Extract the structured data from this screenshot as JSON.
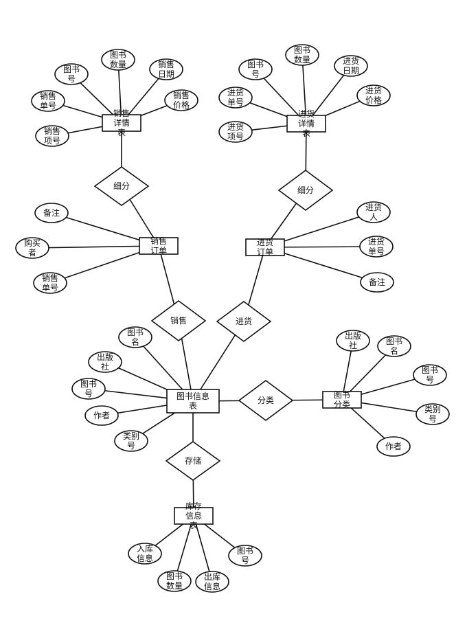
{
  "entities": [
    {
      "id": "sales_detail",
      "lines": [
        "销售",
        "详情",
        "表"
      ]
    },
    {
      "id": "purchase_detail",
      "lines": [
        "进货",
        "详情",
        "表"
      ]
    },
    {
      "id": "sales_order",
      "lines": [
        "销售",
        "订单"
      ]
    },
    {
      "id": "purchase_order",
      "lines": [
        "进货",
        "订单"
      ]
    },
    {
      "id": "book_info",
      "lines": [
        "图书信息",
        "表"
      ]
    },
    {
      "id": "book_category",
      "lines": [
        "图书",
        "分类"
      ]
    },
    {
      "id": "inventory",
      "lines": [
        "库存",
        "信息",
        "表"
      ]
    }
  ],
  "relationships": [
    {
      "id": "rel_sales_split",
      "label": "细分"
    },
    {
      "id": "rel_purchase_split",
      "label": "细分"
    },
    {
      "id": "rel_sales",
      "label": "销售"
    },
    {
      "id": "rel_purchase",
      "label": "进货"
    },
    {
      "id": "rel_classify",
      "label": "分类"
    },
    {
      "id": "rel_storage",
      "label": "存储"
    }
  ],
  "attributes": [
    {
      "id": "sd_book_no",
      "lines": [
        "图书",
        "号"
      ]
    },
    {
      "id": "sd_book_qty",
      "lines": [
        "图书",
        "数量"
      ]
    },
    {
      "id": "sd_sale_date",
      "lines": [
        "销售",
        "日期"
      ]
    },
    {
      "id": "sd_sale_order_no",
      "lines": [
        "销售",
        "单号"
      ]
    },
    {
      "id": "sd_sale_price",
      "lines": [
        "销售",
        "价格"
      ]
    },
    {
      "id": "sd_sale_item_no",
      "lines": [
        "销售",
        "项号"
      ]
    },
    {
      "id": "pd_book_no",
      "lines": [
        "图书",
        "号"
      ]
    },
    {
      "id": "pd_book_qty",
      "lines": [
        "图书",
        "数量"
      ]
    },
    {
      "id": "pd_purchase_date",
      "lines": [
        "进货",
        "日期"
      ]
    },
    {
      "id": "pd_purchase_order_no",
      "lines": [
        "进货",
        "单号"
      ]
    },
    {
      "id": "pd_purchase_price",
      "lines": [
        "进货",
        "价格"
      ]
    },
    {
      "id": "pd_purchase_item_no",
      "lines": [
        "进货",
        "项号"
      ]
    },
    {
      "id": "so_note",
      "lines": [
        "备注"
      ]
    },
    {
      "id": "so_buyer",
      "lines": [
        "购买",
        "者"
      ]
    },
    {
      "id": "so_sale_order_no",
      "lines": [
        "销售",
        "单号"
      ]
    },
    {
      "id": "po_purchaser",
      "lines": [
        "进货",
        "人"
      ]
    },
    {
      "id": "po_purchase_order_no",
      "lines": [
        "进货",
        "单号"
      ]
    },
    {
      "id": "po_note",
      "lines": [
        "备注"
      ]
    },
    {
      "id": "bi_book_name",
      "lines": [
        "图书",
        "名"
      ]
    },
    {
      "id": "bi_publisher",
      "lines": [
        "出版",
        "社"
      ]
    },
    {
      "id": "bi_book_no",
      "lines": [
        "图书",
        "号"
      ]
    },
    {
      "id": "bi_author",
      "lines": [
        "作者"
      ]
    },
    {
      "id": "bi_category_no",
      "lines": [
        "类别",
        "号"
      ]
    },
    {
      "id": "bc_publisher",
      "lines": [
        "出版",
        "社"
      ]
    },
    {
      "id": "bc_book_name",
      "lines": [
        "图书",
        "名"
      ]
    },
    {
      "id": "bc_book_no",
      "lines": [
        "图书",
        "号"
      ]
    },
    {
      "id": "bc_category_no",
      "lines": [
        "类别",
        "号"
      ]
    },
    {
      "id": "bc_author",
      "lines": [
        "作者"
      ]
    },
    {
      "id": "inv_in_info",
      "lines": [
        "入库",
        "信息"
      ]
    },
    {
      "id": "inv_book_qty",
      "lines": [
        "图书",
        "数量"
      ]
    },
    {
      "id": "inv_out_info",
      "lines": [
        "出库",
        "信息"
      ]
    },
    {
      "id": "inv_book_no",
      "lines": [
        "图书",
        "号"
      ]
    }
  ],
  "connections": [
    [
      "sales_detail",
      "sd_book_no"
    ],
    [
      "sales_detail",
      "sd_book_qty"
    ],
    [
      "sales_detail",
      "sd_sale_date"
    ],
    [
      "sales_detail",
      "sd_sale_order_no"
    ],
    [
      "sales_detail",
      "sd_sale_price"
    ],
    [
      "sales_detail",
      "sd_sale_item_no"
    ],
    [
      "purchase_detail",
      "pd_book_no"
    ],
    [
      "purchase_detail",
      "pd_book_qty"
    ],
    [
      "purchase_detail",
      "pd_purchase_date"
    ],
    [
      "purchase_detail",
      "pd_purchase_order_no"
    ],
    [
      "purchase_detail",
      "pd_purchase_price"
    ],
    [
      "purchase_detail",
      "pd_purchase_item_no"
    ],
    [
      "sales_detail",
      "rel_sales_split"
    ],
    [
      "rel_sales_split",
      "sales_order"
    ],
    [
      "purchase_detail",
      "rel_purchase_split"
    ],
    [
      "rel_purchase_split",
      "purchase_order"
    ],
    [
      "sales_order",
      "so_note"
    ],
    [
      "sales_order",
      "so_buyer"
    ],
    [
      "sales_order",
      "so_sale_order_no"
    ],
    [
      "purchase_order",
      "po_purchaser"
    ],
    [
      "purchase_order",
      "po_purchase_order_no"
    ],
    [
      "purchase_order",
      "po_note"
    ],
    [
      "sales_order",
      "rel_sales"
    ],
    [
      "rel_sales",
      "book_info"
    ],
    [
      "purchase_order",
      "rel_purchase"
    ],
    [
      "rel_purchase",
      "book_info"
    ],
    [
      "book_info",
      "bi_book_name"
    ],
    [
      "book_info",
      "bi_publisher"
    ],
    [
      "book_info",
      "bi_book_no"
    ],
    [
      "book_info",
      "bi_author"
    ],
    [
      "book_info",
      "bi_category_no"
    ],
    [
      "book_info",
      "rel_classify"
    ],
    [
      "rel_classify",
      "book_category"
    ],
    [
      "book_category",
      "bc_publisher"
    ],
    [
      "book_category",
      "bc_book_name"
    ],
    [
      "book_category",
      "bc_book_no"
    ],
    [
      "book_category",
      "bc_category_no"
    ],
    [
      "book_category",
      "bc_author"
    ],
    [
      "book_info",
      "rel_storage"
    ],
    [
      "rel_storage",
      "inventory"
    ],
    [
      "inventory",
      "inv_in_info"
    ],
    [
      "inventory",
      "inv_book_qty"
    ],
    [
      "inventory",
      "inv_out_info"
    ],
    [
      "inventory",
      "inv_book_no"
    ]
  ]
}
